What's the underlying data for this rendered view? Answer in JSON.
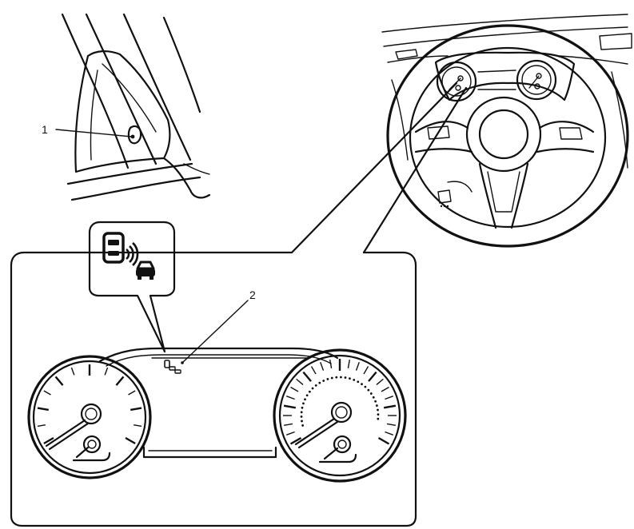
{
  "callouts": [
    {
      "id": "1",
      "label": "1"
    },
    {
      "id": "2",
      "label": "2"
    }
  ],
  "icons": {
    "inset_icon": "blind-spot-warning-icon",
    "cluster_indicator": "blind-spot-warning-indicator-icon",
    "side_indicator": "side-mirror-indicator-light-icon"
  },
  "colors": {
    "line": "#111111",
    "background": "#ffffff"
  }
}
